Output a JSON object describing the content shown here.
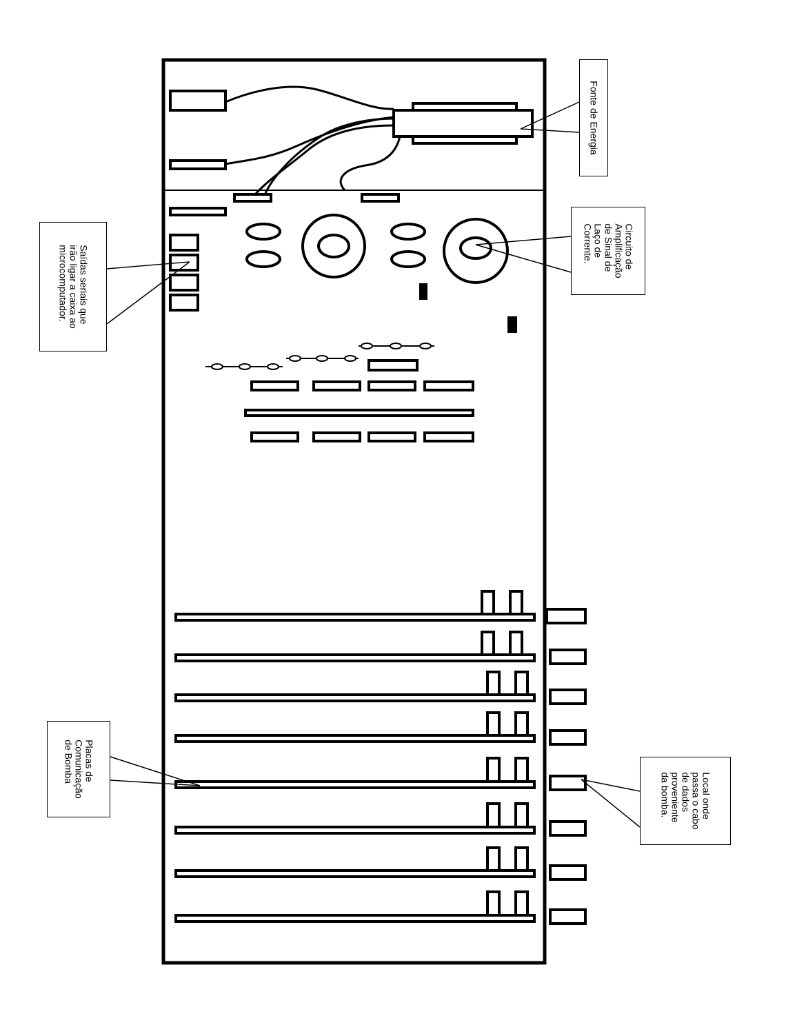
{
  "labels": {
    "fonte": "Fonte de Energia",
    "circuito": "Circuito de\nAmplificação\nde Sinal de\nLaço de\nCorrente.",
    "saidas": "Saídas seriais que\nirão ligar a caixa ao\nmicrocomputador.",
    "placas": "Placas de\nComunicação\nde Bomba",
    "local": "Local onde\npassa o cabo\nde dados\nproveniente\nda bomba."
  },
  "components": {
    "expansion_boards": 8,
    "serial_outputs": 4,
    "external_ports": 8
  }
}
